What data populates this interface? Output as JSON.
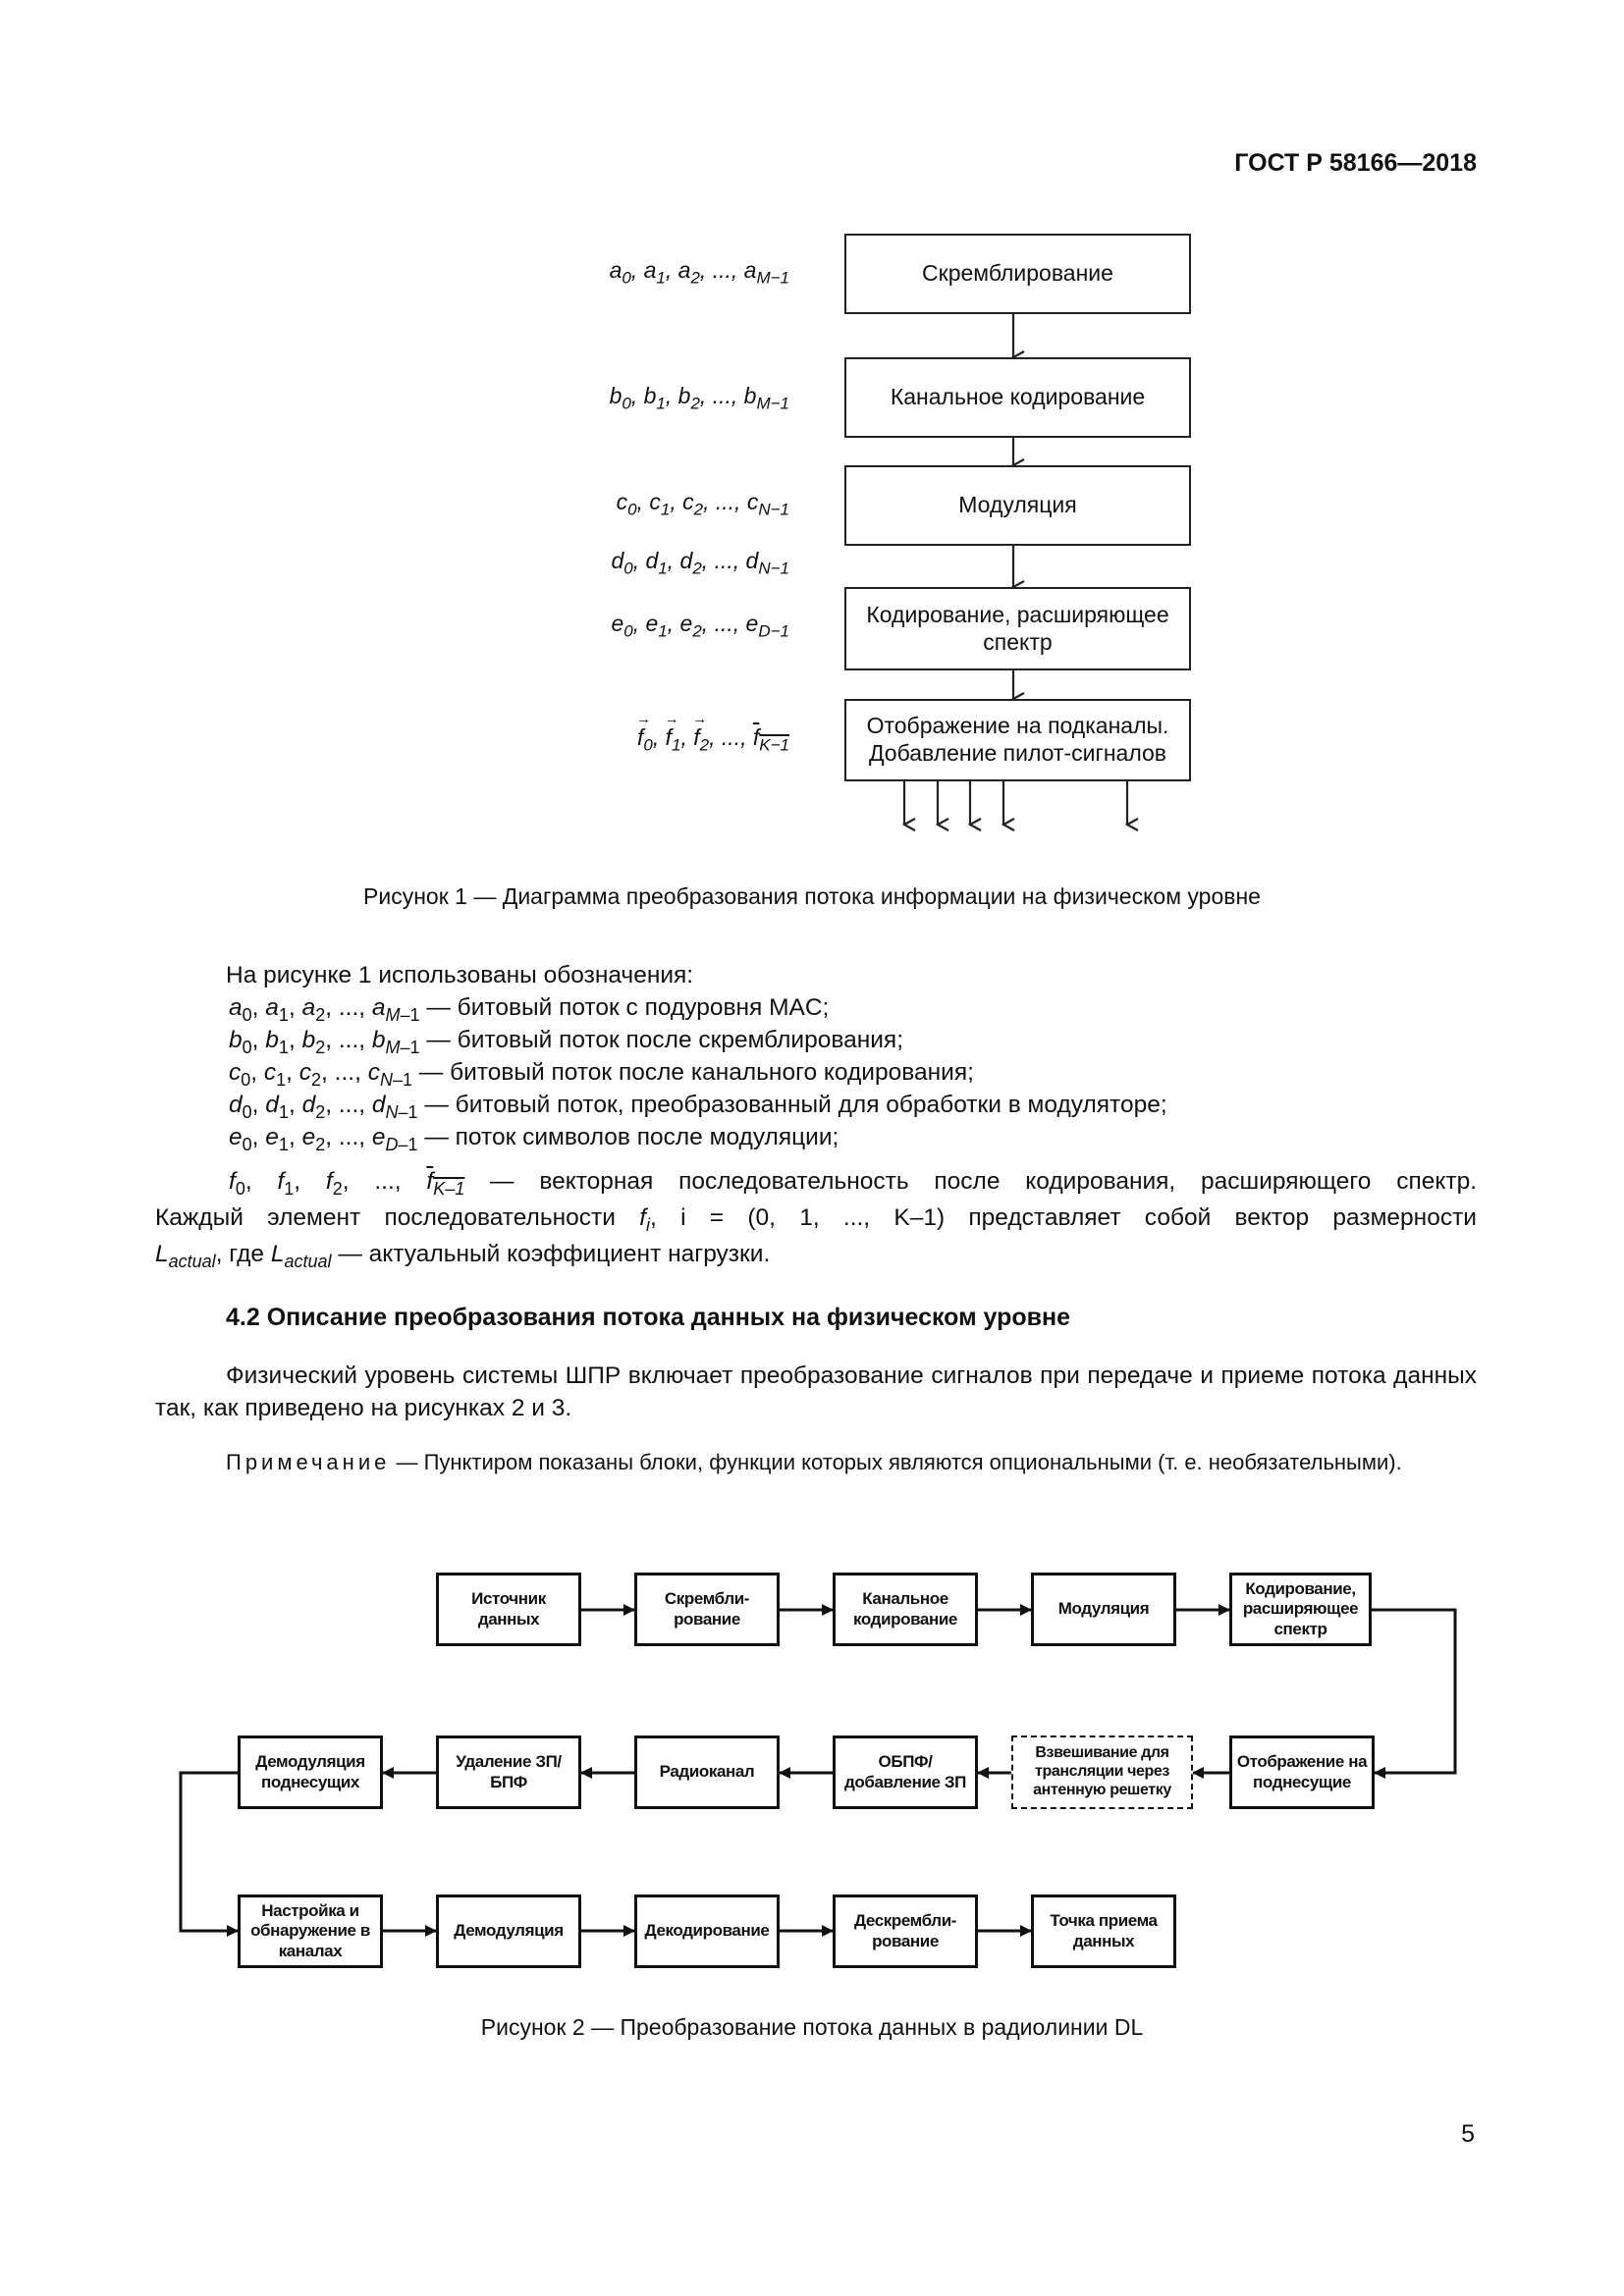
{
  "header": {
    "standard": "ГОСТ Р 58166—2018"
  },
  "figure1": {
    "blocks": [
      "Скремблирование",
      "Канальное кодирование",
      "Модуляция",
      "Кодирование, расширяющее спектр",
      "Отображение на подканалы. Добавление пилот-сигналов"
    ],
    "labels": [
      "a0, a1, a2, ..., aM−1",
      "b0, b1, b2, ..., bM−1",
      "c0, c1, c2, ..., cN−1",
      "d0, d1, d2, ..., dN−1",
      "e0, e1, e2, ..., eD−1",
      "f0, f1, f2, ..., fK−1"
    ],
    "caption": "Рисунок 1 — Диаграмма преобразования потока информации на физическом уровне"
  },
  "notation": {
    "intro": "На рисунке 1 использованы обозначения:",
    "items": [
      "— битовый поток с подуровня MAC;",
      "— битовый поток после скремблирования;",
      "— битовый поток после канального кодирования;",
      "— битовый поток, преобразованный для обработки в модуляторе;",
      "— поток символов после модуляции;"
    ],
    "vector_line": "— векторная последовательность после кодирования, расширяющего спектр.",
    "vector_cont1": "Каждый элемент последовательности",
    "vector_cont2": ", i = (0, 1, ..., K–1) представляет собой вектор размерности",
    "vector_cont3": ", где",
    "vector_cont4": "— актуальный коэффициент нагрузки."
  },
  "section": {
    "heading": "4.2 Описание преобразования потока данных на физическом уровне",
    "paragraph": "Физический уровень системы ШПР включает преобразование сигналов при передаче и приеме потока данных так, как приведено на рисунках 2 и 3.",
    "note_label": "Примечание",
    "note_text": "— Пунктиром показаны блоки, функции которых являются опциональными (т. е. необязательными)."
  },
  "figure2": {
    "row1": [
      "Источник данных",
      "Скрембли-рование",
      "Канальное кодирование",
      "Модуляция",
      "Кодирование, расширяющее спектр"
    ],
    "row2": [
      "Демодуляция поднесущих",
      "Удаление ЗП/БПФ",
      "Радиоканал",
      "ОБПФ/ добавление ЗП",
      "Взвешивание для трансляции через антенную решетку",
      "Отображение на поднесущие"
    ],
    "row3": [
      "Настройка и обнаружение в каналах",
      "Демодуляция",
      "Декодирование",
      "Дескрембли-рование",
      "Точка приема данных"
    ],
    "caption": "Рисунок 2 — Преобразование потока данных в радиолинии DL"
  },
  "page": {
    "number": "5"
  }
}
